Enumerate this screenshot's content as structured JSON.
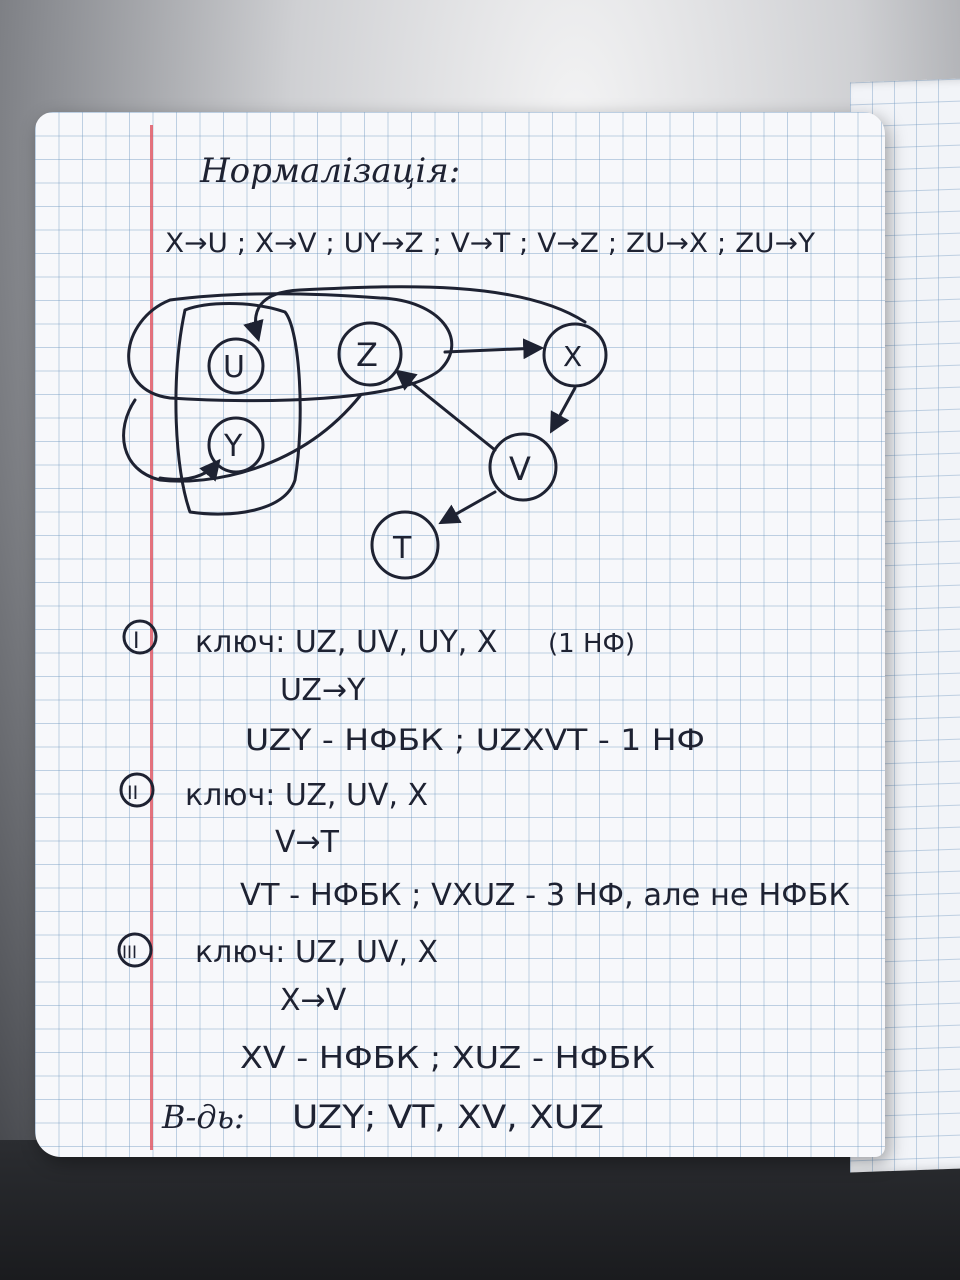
{
  "notebook": {
    "title": "Нормалізація:",
    "dependencies": "X→U ; X→V ; UY→Z ; V→T ; V→Z ; ZU→X ; ZU→Y",
    "graph_nodes": [
      "U",
      "Z",
      "X",
      "Y",
      "V",
      "T"
    ],
    "step1": {
      "marker": "I",
      "key_line": "ключ: UZ, UV, UY, X",
      "nf_note": "(1 НФ)",
      "fd": "UZ→Y",
      "result": "UZY - НФБК ; UZXVT - 1 НФ"
    },
    "step2": {
      "marker": "II",
      "key_line": "ключ: UZ, UV, X",
      "fd": "V→T",
      "result": "VT - НФБК ; VXUZ - 3 НФ, але не НФБК"
    },
    "step3": {
      "marker": "III",
      "key_line": "ключ: UZ, UV, X",
      "fd": "X→V",
      "result": "XV - НФБК ; XUZ - НФБК"
    },
    "answer_label": "В-дь:",
    "answer": "UZY; VT, XV, XUZ"
  },
  "colors": {
    "ink": "#1e2232",
    "grid": "#6e96be",
    "margin_line": "#e05a66",
    "paper": "#f7f8fb"
  }
}
